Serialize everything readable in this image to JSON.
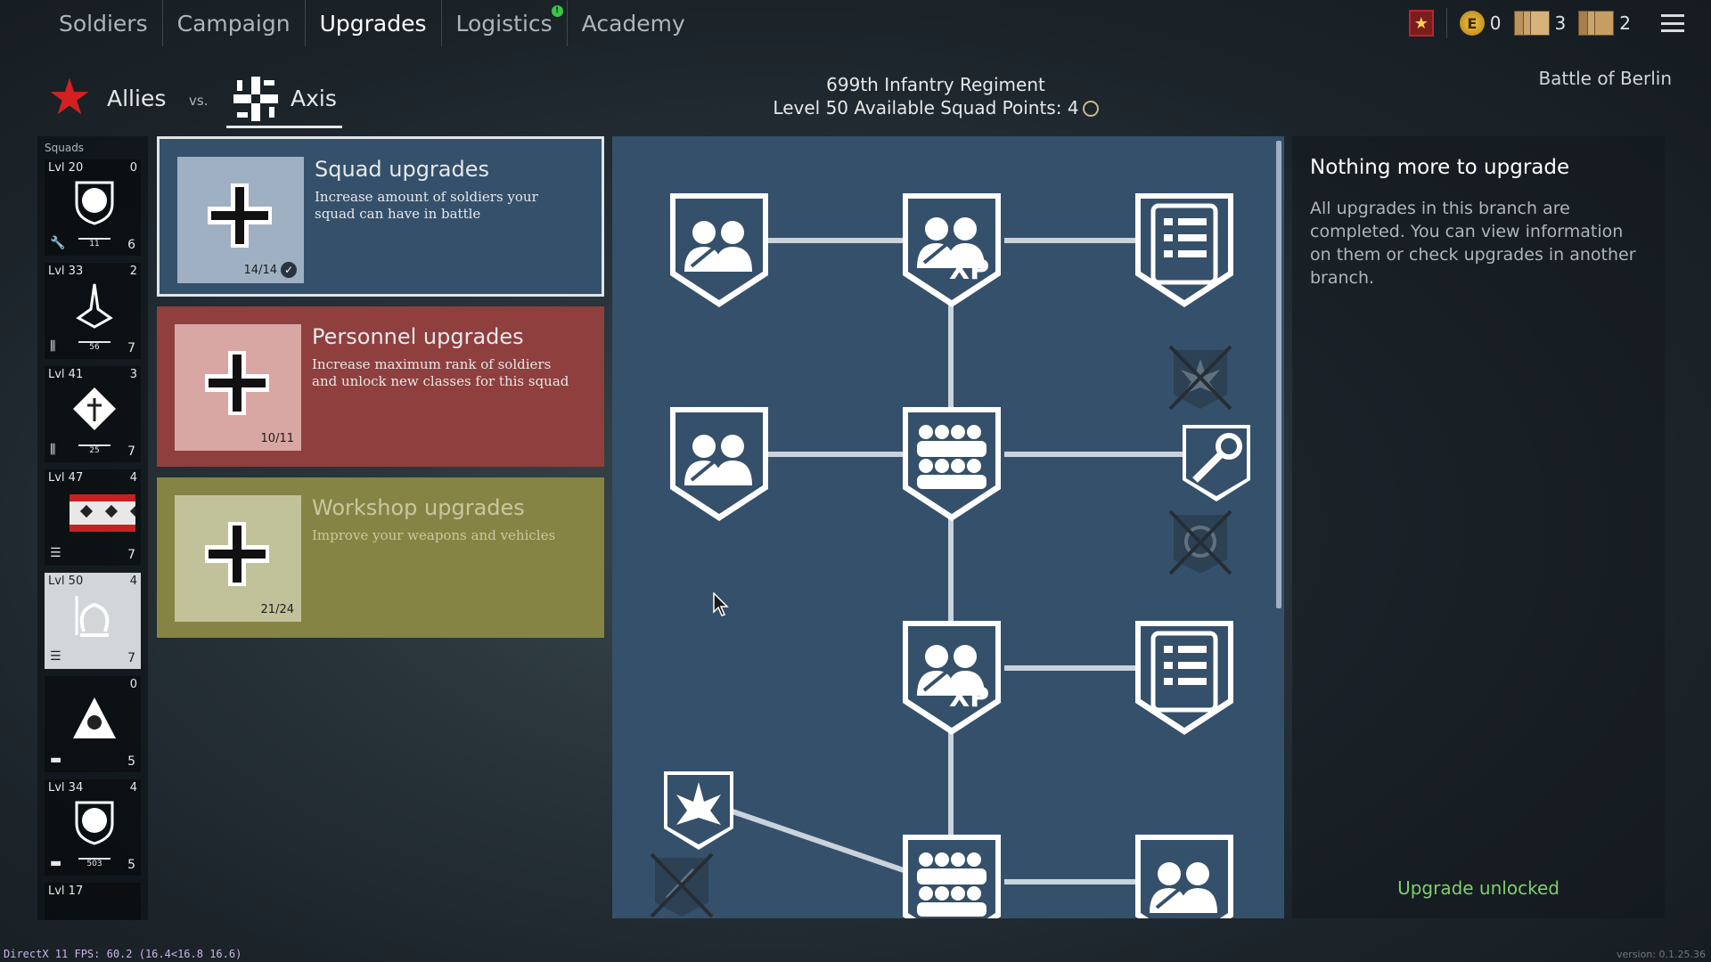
{
  "nav": {
    "tabs": [
      {
        "label": "Soldiers",
        "active": false
      },
      {
        "label": "Campaign",
        "active": false
      },
      {
        "label": "Upgrades",
        "active": true
      },
      {
        "label": "Logistics",
        "active": false,
        "badge": "!"
      },
      {
        "label": "Academy",
        "active": false
      }
    ]
  },
  "currency": {
    "gold": "0",
    "cards_a": "3",
    "cards_b": "2"
  },
  "factions": {
    "allies": "Allies",
    "vs": "vs.",
    "axis": "Axis"
  },
  "regiment": {
    "name": "699th Infantry Regiment",
    "level_label": "Level",
    "level_value": "50",
    "points_label": "Available Squad Points:",
    "points_value": "4"
  },
  "battle": "Battle of Berlin",
  "squads": {
    "title": "Squads",
    "items": [
      {
        "level": "Lvl 20",
        "points": "0",
        "number": "11",
        "count": "6"
      },
      {
        "level": "Lvl 33",
        "points": "2",
        "number": "56",
        "count": "7"
      },
      {
        "level": "Lvl 41",
        "points": "3",
        "number": "25",
        "count": "7"
      },
      {
        "level": "Lvl 47",
        "points": "4",
        "number": "",
        "count": "7"
      },
      {
        "level": "Lvl 50",
        "points": "4",
        "number": "",
        "count": "7"
      },
      {
        "level": "",
        "points": "0",
        "number": "",
        "count": "5"
      },
      {
        "level": "Lvl 34",
        "points": "4",
        "number": "503",
        "count": "5"
      },
      {
        "level": "Lvl 17",
        "points": "",
        "number": "",
        "count": ""
      }
    ]
  },
  "branches": {
    "squad": {
      "title": "Squad upgrades",
      "desc": "Increase amount of soldiers your squad can have in battle",
      "count": "14/14"
    },
    "personnel": {
      "title": "Personnel upgrades",
      "desc": "Increase maximum rank of soldiers and unlock new classes for this squad",
      "count": "10/11"
    },
    "workshop": {
      "title": "Workshop upgrades",
      "desc": "Improve your weapons and vehicles",
      "count": "21/24"
    }
  },
  "tree": {
    "nodes": [
      {
        "id": "n1",
        "icon": "squad-pair-icon"
      },
      {
        "id": "n2",
        "icon": "xp-icon",
        "label": "XP"
      },
      {
        "id": "n3",
        "icon": "list-icon"
      },
      {
        "id": "n4",
        "icon": "squad-pair-icon"
      },
      {
        "id": "n5",
        "icon": "squad-group-icon"
      },
      {
        "id": "n6",
        "icon": "wrench-icon"
      },
      {
        "id": "n7",
        "icon": "xp-icon",
        "label": "XP"
      },
      {
        "id": "n8",
        "icon": "list-icon"
      },
      {
        "id": "n9",
        "icon": "explosion-icon"
      },
      {
        "id": "n10",
        "icon": "squad-group-icon"
      },
      {
        "id": "n11",
        "icon": "squad-pair-icon"
      }
    ]
  },
  "info": {
    "heading": "Nothing more to upgrade",
    "body": "All upgrades in this branch are completed. You can view information on them or check upgrades in another branch.",
    "status": "Upgrade unlocked"
  },
  "debug": {
    "fps": "DirectX 11 FPS: 60.2 (16.4<16.8 16.6)",
    "version": "version: 0.1.25.36"
  },
  "colors": {
    "squad_branch": "#35506a",
    "personnel_branch": "#8e3f3e",
    "workshop_branch": "#868444",
    "unlocked_text": "#7fcf6c"
  }
}
